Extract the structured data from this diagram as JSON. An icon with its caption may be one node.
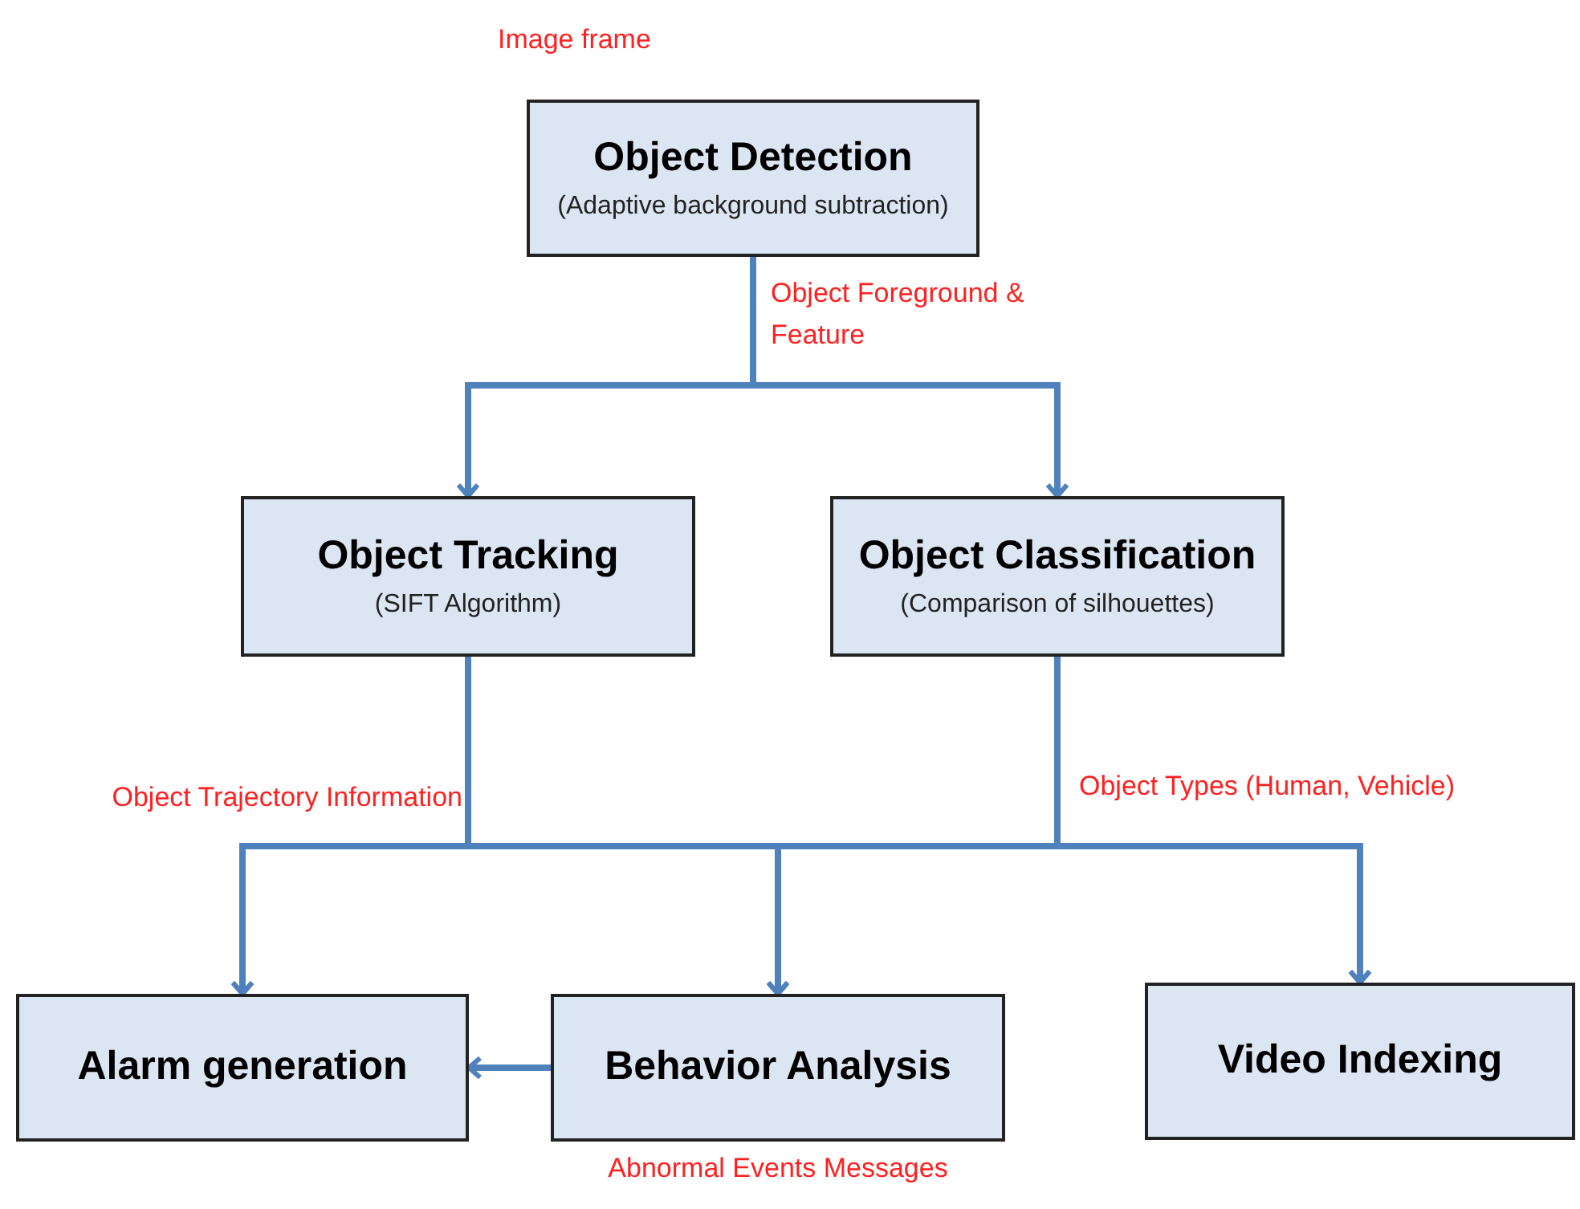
{
  "diagram": {
    "nodes": [
      {
        "text": [
          "Object Detection",
          "(Adaptive background subtraction)"
        ]
      },
      {
        "text": [
          "Object Tracking",
          "(SIFT Algorithm)"
        ]
      },
      {
        "text": [
          "Object Classification",
          "(Comparison of silhouettes)"
        ]
      },
      {
        "text": [
          "Alarm generation"
        ]
      },
      {
        "text": [
          "Behavior Analysis"
        ],
        "beside": [
          "Abnormal Events Messages"
        ]
      },
      {
        "text": [
          "Video Indexing"
        ]
      }
    ],
    "edges": [
      {
        "from": 0,
        "to": 1,
        "arrow": "to",
        "label": "Object Foreground & Feature"
      },
      {
        "from": 0,
        "to": 2,
        "arrow": "to"
      },
      {
        "from": 1,
        "to": 3,
        "arrow": "to",
        "label": "Object Trajectory Information"
      },
      {
        "from": 1,
        "to": 4,
        "arrow": "to"
      },
      {
        "from": 1,
        "to": 5,
        "arrow": "to"
      },
      {
        "from": 2,
        "to": 3,
        "arrow": "to"
      },
      {
        "from": 2,
        "to": 4,
        "arrow": "to"
      },
      {
        "from": 2,
        "to": 5,
        "arrow": "to",
        "label": "Object Types (Human, Vehicle)"
      },
      {
        "from": 4,
        "to": 3,
        "arrow": "to"
      }
    ],
    "labels": [
      "Image frame"
    ]
  }
}
